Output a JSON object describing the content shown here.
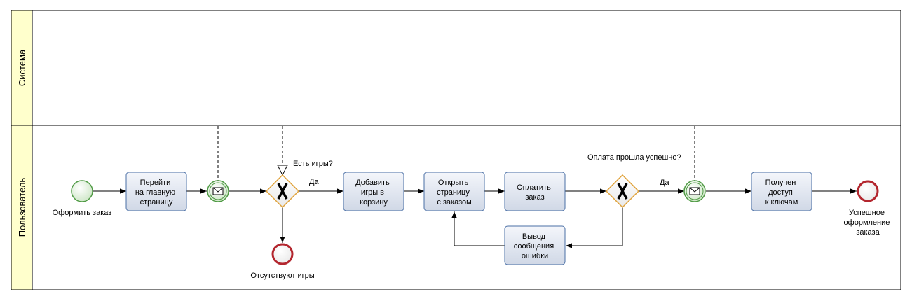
{
  "pool": {
    "lanes": [
      {
        "id": "system",
        "label": "Система"
      },
      {
        "id": "user",
        "label": "Пользователь"
      }
    ]
  },
  "events": {
    "start": {
      "label": "Оформить заказ"
    },
    "end_no_games": {
      "label": "Отсутствуют игры"
    },
    "end_success": {
      "lines": [
        "Успешное",
        "оформление",
        "заказа"
      ]
    }
  },
  "tasks": {
    "go_main": {
      "lines": [
        "Перейти",
        "на главную",
        "страницу"
      ]
    },
    "add_cart": {
      "lines": [
        "Добавить",
        "игры в",
        "корзину"
      ]
    },
    "open_order": {
      "lines": [
        "Открыть",
        "страницу",
        "с заказом"
      ]
    },
    "pay": {
      "lines": [
        "Оплатить",
        "заказ"
      ]
    },
    "error": {
      "lines": [
        "Вывод",
        "сообщения",
        "ошибки"
      ]
    },
    "access": {
      "lines": [
        "Получен",
        "доступ",
        "к ключам"
      ]
    }
  },
  "gateways": {
    "games": {
      "question": "Есть игры?",
      "yes": "Да"
    },
    "payment": {
      "question": "Оплата прошла успешно?",
      "yes": "Да"
    }
  },
  "colors": {
    "lane_header": "#ffffcc",
    "task_fill_top": "#f2f5fa",
    "task_fill_bottom": "#d3dbe8",
    "task_stroke": "#4a6fa5",
    "start_stroke": "#4f9a44",
    "end_stroke": "#b3262e",
    "gateway_stroke": "#e0a23a"
  }
}
